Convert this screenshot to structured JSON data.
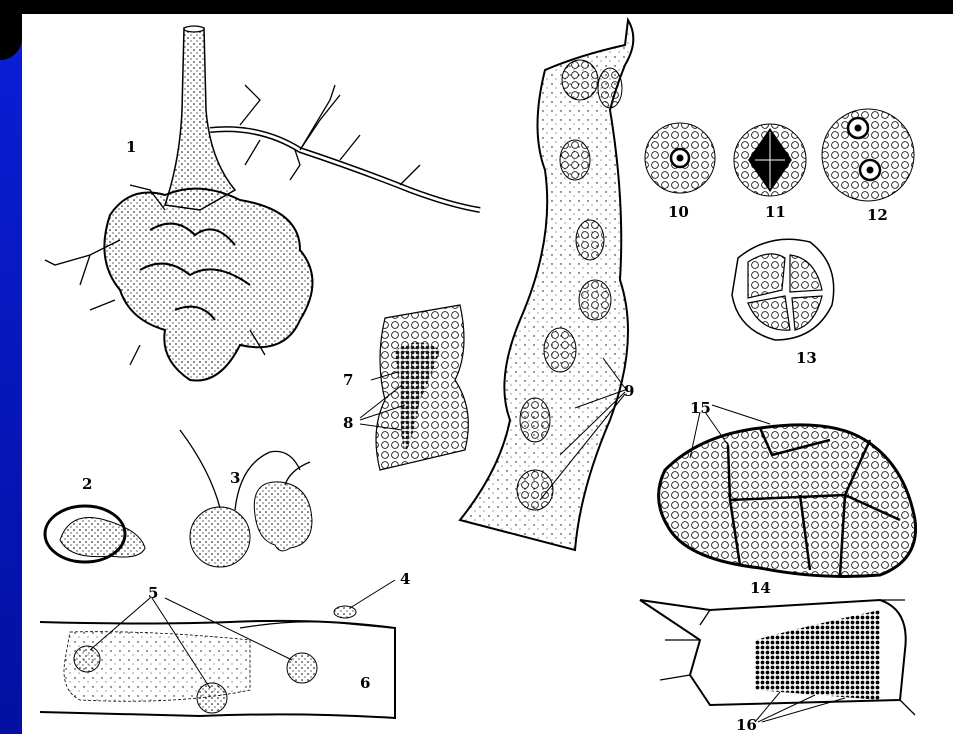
{
  "figure": {
    "labels": {
      "l1": "1",
      "l2": "2",
      "l3": "3",
      "l4": "4",
      "l5": "5",
      "l6": "6",
      "l7": "7",
      "l8": "8",
      "l9": "9",
      "l10": "10",
      "l11": "11",
      "l12": "12",
      "l13": "13",
      "l14": "14",
      "l15": "15",
      "l16": "16"
    }
  },
  "colors": {
    "background": "#000000",
    "side_band": "#0a1fd8",
    "plate": "#ffffff",
    "ink": "#000000"
  }
}
